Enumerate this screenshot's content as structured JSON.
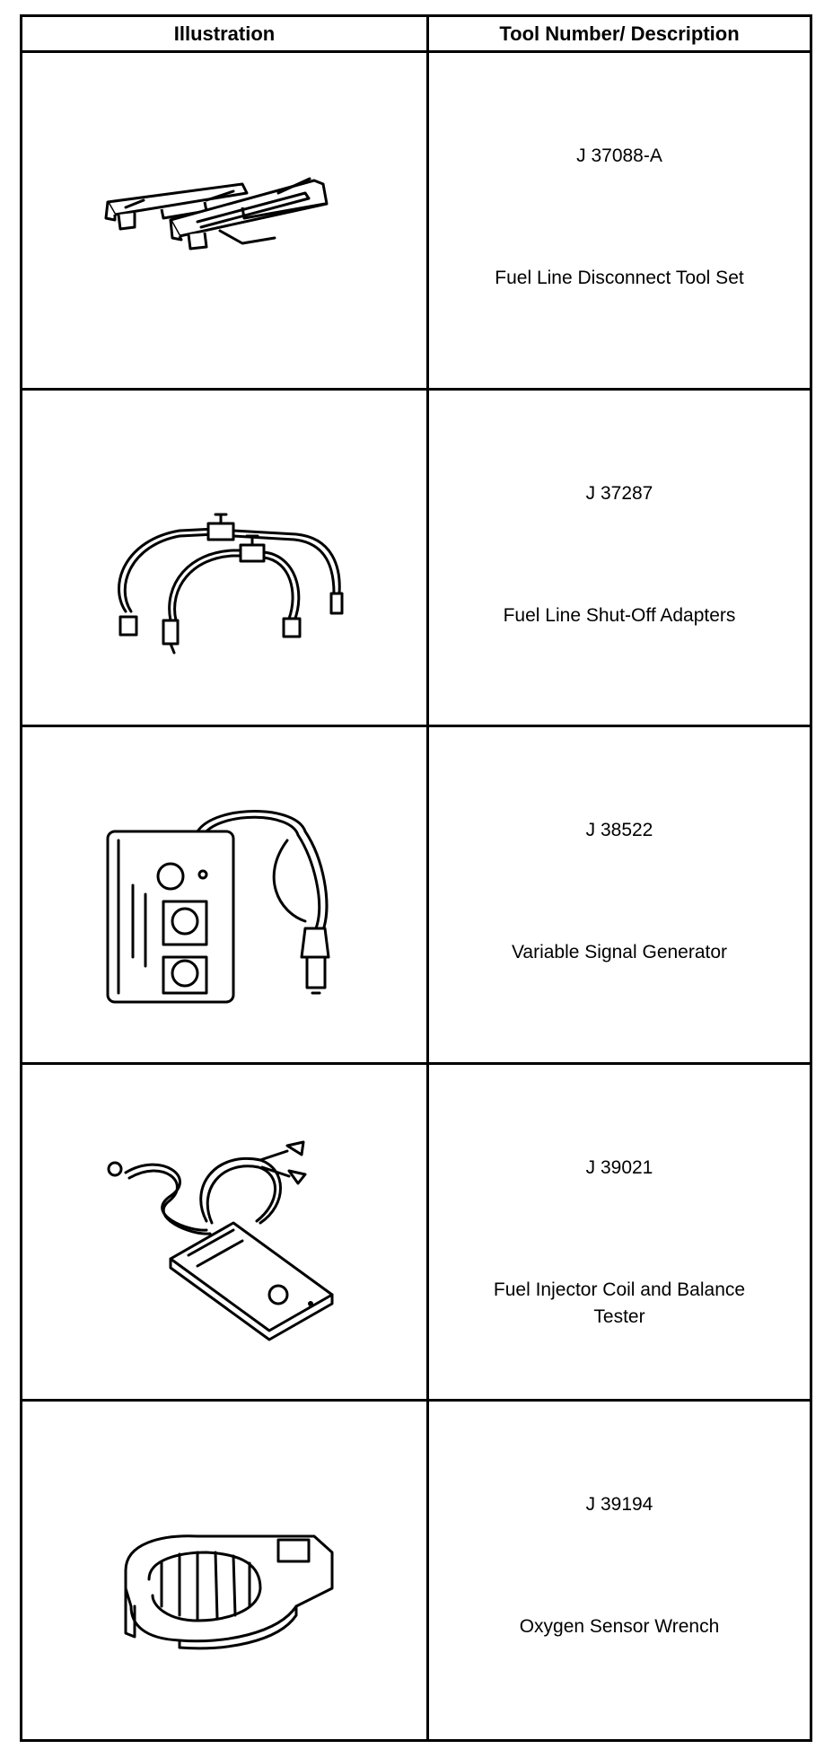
{
  "table": {
    "header": {
      "illustration": "Illustration",
      "tool": "Tool Number/ Description"
    },
    "rows": [
      {
        "number": "J 37088-A",
        "description": "Fuel Line Disconnect Tool Set",
        "icon": "fuel-line-disconnect-tool-icon"
      },
      {
        "number": "J 37287",
        "description": "Fuel Line Shut-Off Adapters",
        "icon": "shut-off-adapters-icon"
      },
      {
        "number": "J 38522",
        "description": "Variable Signal Generator",
        "icon": "signal-generator-icon"
      },
      {
        "number": "J 39021",
        "description": "Fuel Injector Coil and Balance Tester",
        "icon": "injector-tester-icon"
      },
      {
        "number": "J 39194",
        "description": "Oxygen Sensor Wrench",
        "icon": "oxygen-sensor-wrench-icon"
      }
    ]
  }
}
